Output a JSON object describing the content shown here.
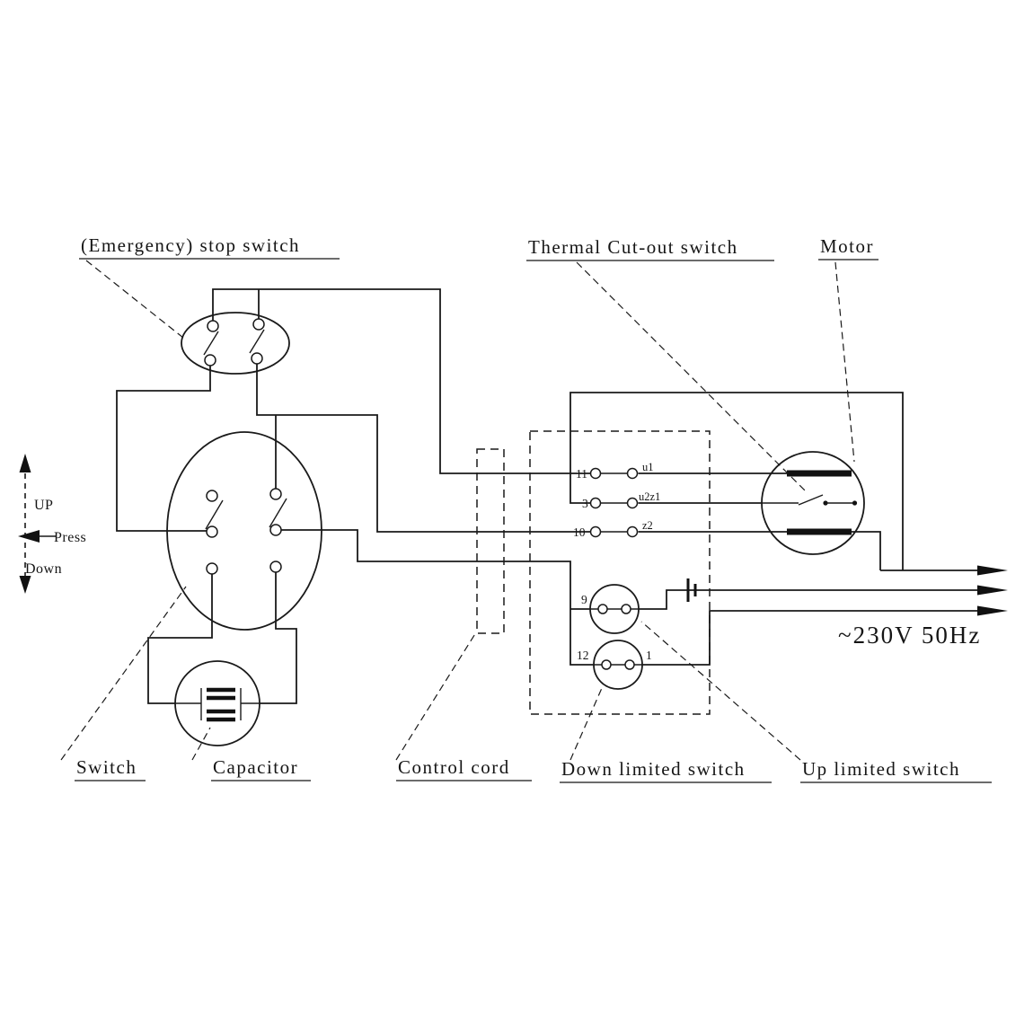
{
  "diagram": {
    "title_labels": {
      "emergency_stop": "(Emergency) stop switch",
      "thermal_cutout": "Thermal Cut-out switch",
      "motor": "Motor",
      "switch": "Switch",
      "capacitor": "Capacitor",
      "control_cord": "Control cord",
      "down_limited_switch": "Down limited switch",
      "up_limited_switch": "Up limited switch"
    },
    "power": {
      "voltage": "~230V 50Hz"
    },
    "direction_indicator": {
      "up": "UP",
      "press": "Press",
      "down": "Down"
    },
    "terminal_labels": {
      "t11": "11",
      "t3": "3",
      "t10": "10",
      "u1": "u1",
      "u2z1": "u2z1",
      "z2": "z2",
      "t9": "9",
      "t12": "12",
      "t1": "1"
    },
    "colors": {
      "ink": "#1a1a1a",
      "background": "#ffffff"
    }
  }
}
